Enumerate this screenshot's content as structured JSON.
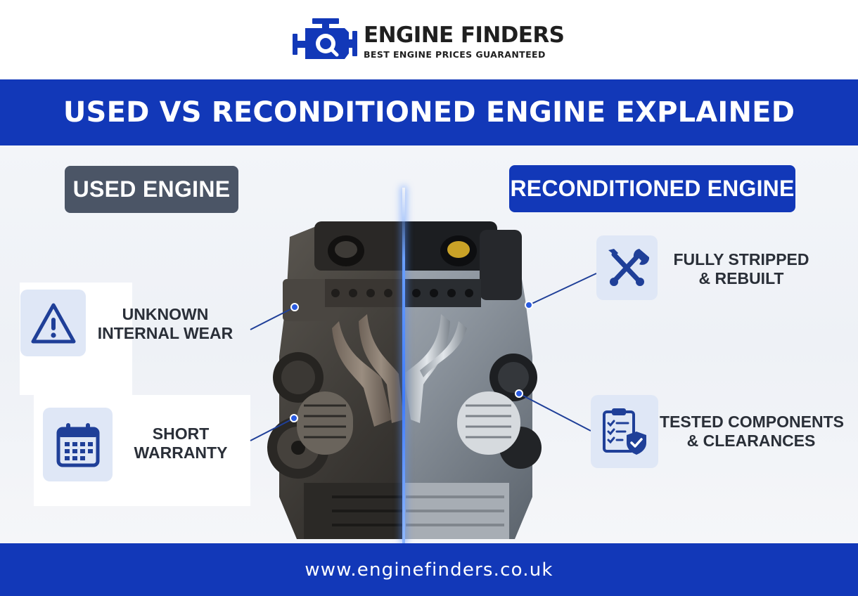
{
  "brand": {
    "name": "ENGINE FINDERS",
    "tagline": "BEST ENGINE PRICES GUARANTEED",
    "icon": "engine-icon"
  },
  "title": "USED VS RECONDITIONED ENGINE EXPLAINED",
  "used": {
    "label": "USED ENGINE",
    "features": [
      {
        "line1": "UNKNOWN",
        "line2": "INTERNAL WEAR",
        "icon": "warning-icon"
      },
      {
        "line1": "SHORT",
        "line2": "WARRANTY",
        "icon": "calendar-icon"
      }
    ]
  },
  "reconditioned": {
    "label": "RECONDITIONED ENGINE",
    "features": [
      {
        "line1": "FULLY STRIPPED",
        "line2": "& REBUILT",
        "icon": "tools-icon"
      },
      {
        "line1": "TESTED COMPONENTS",
        "line2": "& CLEARANCES",
        "icon": "checklist-shield-icon"
      }
    ]
  },
  "footer": {
    "url": "www.enginefinders.co.uk"
  },
  "colors": {
    "brand_blue": "#1238b8",
    "used_gray": "#4b5566",
    "icon_tile": "#dfe7f6",
    "icon_blue": "#1f3f98"
  }
}
